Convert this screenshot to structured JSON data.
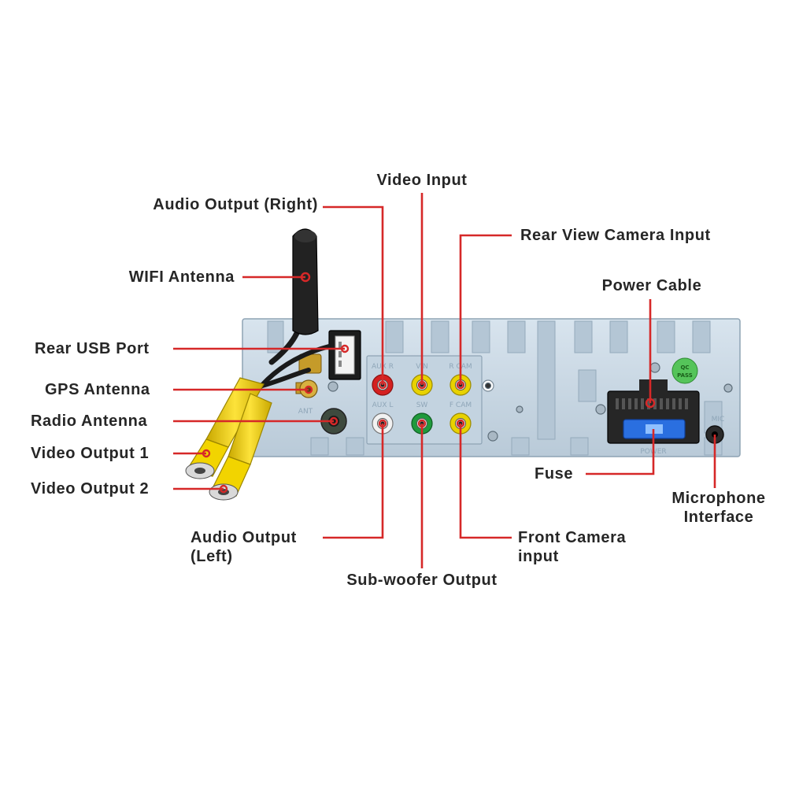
{
  "labels": {
    "video_input": "Video Input",
    "audio_output_right": "Audio Output (Right)",
    "rear_view_camera_input": "Rear View Camera Input",
    "wifi_antenna": "WIFI Antenna",
    "power_cable": "Power Cable",
    "rear_usb_port": "Rear USB Port",
    "gps_antenna": "GPS Antenna",
    "radio_antenna": "Radio Antenna",
    "video_output_1": "Video Output 1",
    "video_output_2": "Video Output 2",
    "fuse": "Fuse",
    "microphone_interface_line1": "Microphone",
    "microphone_interface_line2": "Interface",
    "audio_output_left_line1": "Audio Output",
    "audio_output_left_line2": "(Left)",
    "front_camera_input_line1": "Front Camera",
    "front_camera_input_line2": "input",
    "subwoofer_output": "Sub-woofer Output"
  },
  "panel_markings": {
    "top_row": [
      "AUX R",
      "VIN",
      "R CAM"
    ],
    "bottom_row": [
      "AUX L",
      "SW",
      "F CAM"
    ],
    "ant": "ANT",
    "mic": "MIC",
    "power": "POWER",
    "qc_line1": "QC",
    "qc_line2": "PASS"
  },
  "colors": {
    "leader": "#d62828",
    "label_text": "#262626",
    "panel": "#c9d8e4",
    "rca_red": "#d42020",
    "rca_yellow": "#e8d200",
    "rca_green": "#1f9a3c",
    "rca_white": "#f2f2f2",
    "fuse_blue": "#2a6fe0",
    "plug_yellow": "#f2d400"
  }
}
